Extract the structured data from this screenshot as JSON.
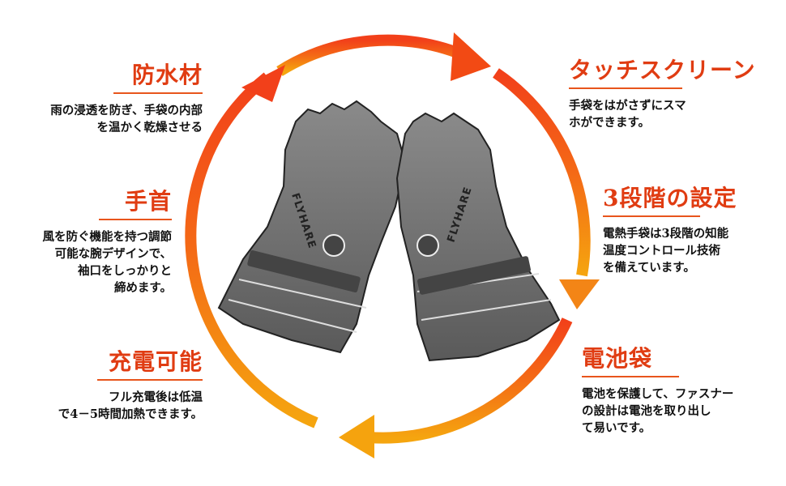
{
  "features": {
    "waterproof": {
      "title": "防水材",
      "desc": "雨の浸透を防ぎ、手袋の内部\nを温かく乾燥させる"
    },
    "cuff": {
      "title": "手首",
      "desc": "風を防ぐ機能を持つ調節\n可能な腕デザインで、\n袖口をしっかりと\n締めます。"
    },
    "charge": {
      "title": "充電可能",
      "desc": "フル充電後は低温\nで4－5時間加熱できます。"
    },
    "touchscreen": {
      "title": "タッチスクリーン",
      "desc": "手袋をはがさずにスマ\nホができます。"
    },
    "levels": {
      "title": "3段階の設定",
      "desc": "電熱手袋は3段階の知能\n温度コントロール技術\nを備えています。"
    },
    "battery_pocket": {
      "title": "電池袋",
      "desc": "電池を保護して、ファスナー\nの設計は電池を取り出し\nて易いです。"
    }
  },
  "brand": {
    "logo_text": "FLYHARE"
  },
  "colors": {
    "accent": "#e03c12",
    "ring_top": "#f24a14",
    "ring_bottom": "#f5a30e"
  }
}
